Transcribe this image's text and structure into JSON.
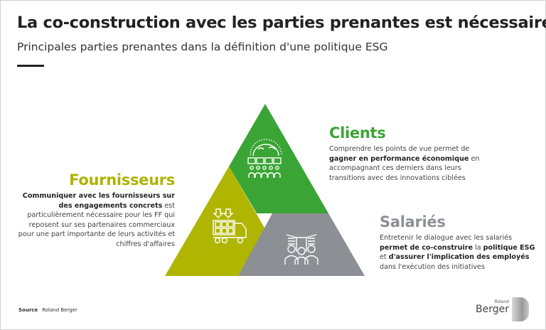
{
  "header": {
    "title": "La co-construction avec les parties prenantes est nécessaire",
    "subtitle": "Principales parties prenantes dans la définition d'une politique ESG"
  },
  "colors": {
    "clients": "#3aa535",
    "fournisseurs": "#afb500",
    "salaries": "#8c8f94"
  },
  "clients": {
    "heading": "Clients",
    "runs": [
      {
        "t": "Comprendre les points de vue permet de ",
        "b": false
      },
      {
        "t": "gagner en performance économique",
        "b": true
      },
      {
        "t": " en accompagnant ces derniers dans leurs transitions avec des innovations ciblées",
        "b": false
      }
    ],
    "icon": "globe-people-chat-icon"
  },
  "fournisseurs": {
    "heading": "Fournisseurs",
    "runs": [
      {
        "t": "Communiquer avec les fournisseurs sur des engagements concrets",
        "b": true
      },
      {
        "t": " est particulièrement nécessaire pour les FF qui reposent sur ses partenaires commerciaux pour une part importante de leurs activités et chiffres d'affaires",
        "b": false
      }
    ],
    "icon": "delivery-truck-icon"
  },
  "salaries": {
    "heading": "Salariés",
    "runs": [
      {
        "t": "Entretenir le dialogue avec les salariés ",
        "b": false
      },
      {
        "t": "permet de co-construire",
        "b": true
      },
      {
        "t": " la ",
        "b": false
      },
      {
        "t": "politique ESG",
        "b": true
      },
      {
        "t": " et ",
        "b": false
      },
      {
        "t": "d'assurer l'implication des employés",
        "b": true
      },
      {
        "t": " dans l'exécution des initiatives",
        "b": false
      }
    ],
    "icon": "employees-buildings-icon"
  },
  "footer": {
    "source_label": "Source",
    "source_value": "Roland Berger",
    "logo_line1": "Roland",
    "logo_line2": "Berger"
  }
}
